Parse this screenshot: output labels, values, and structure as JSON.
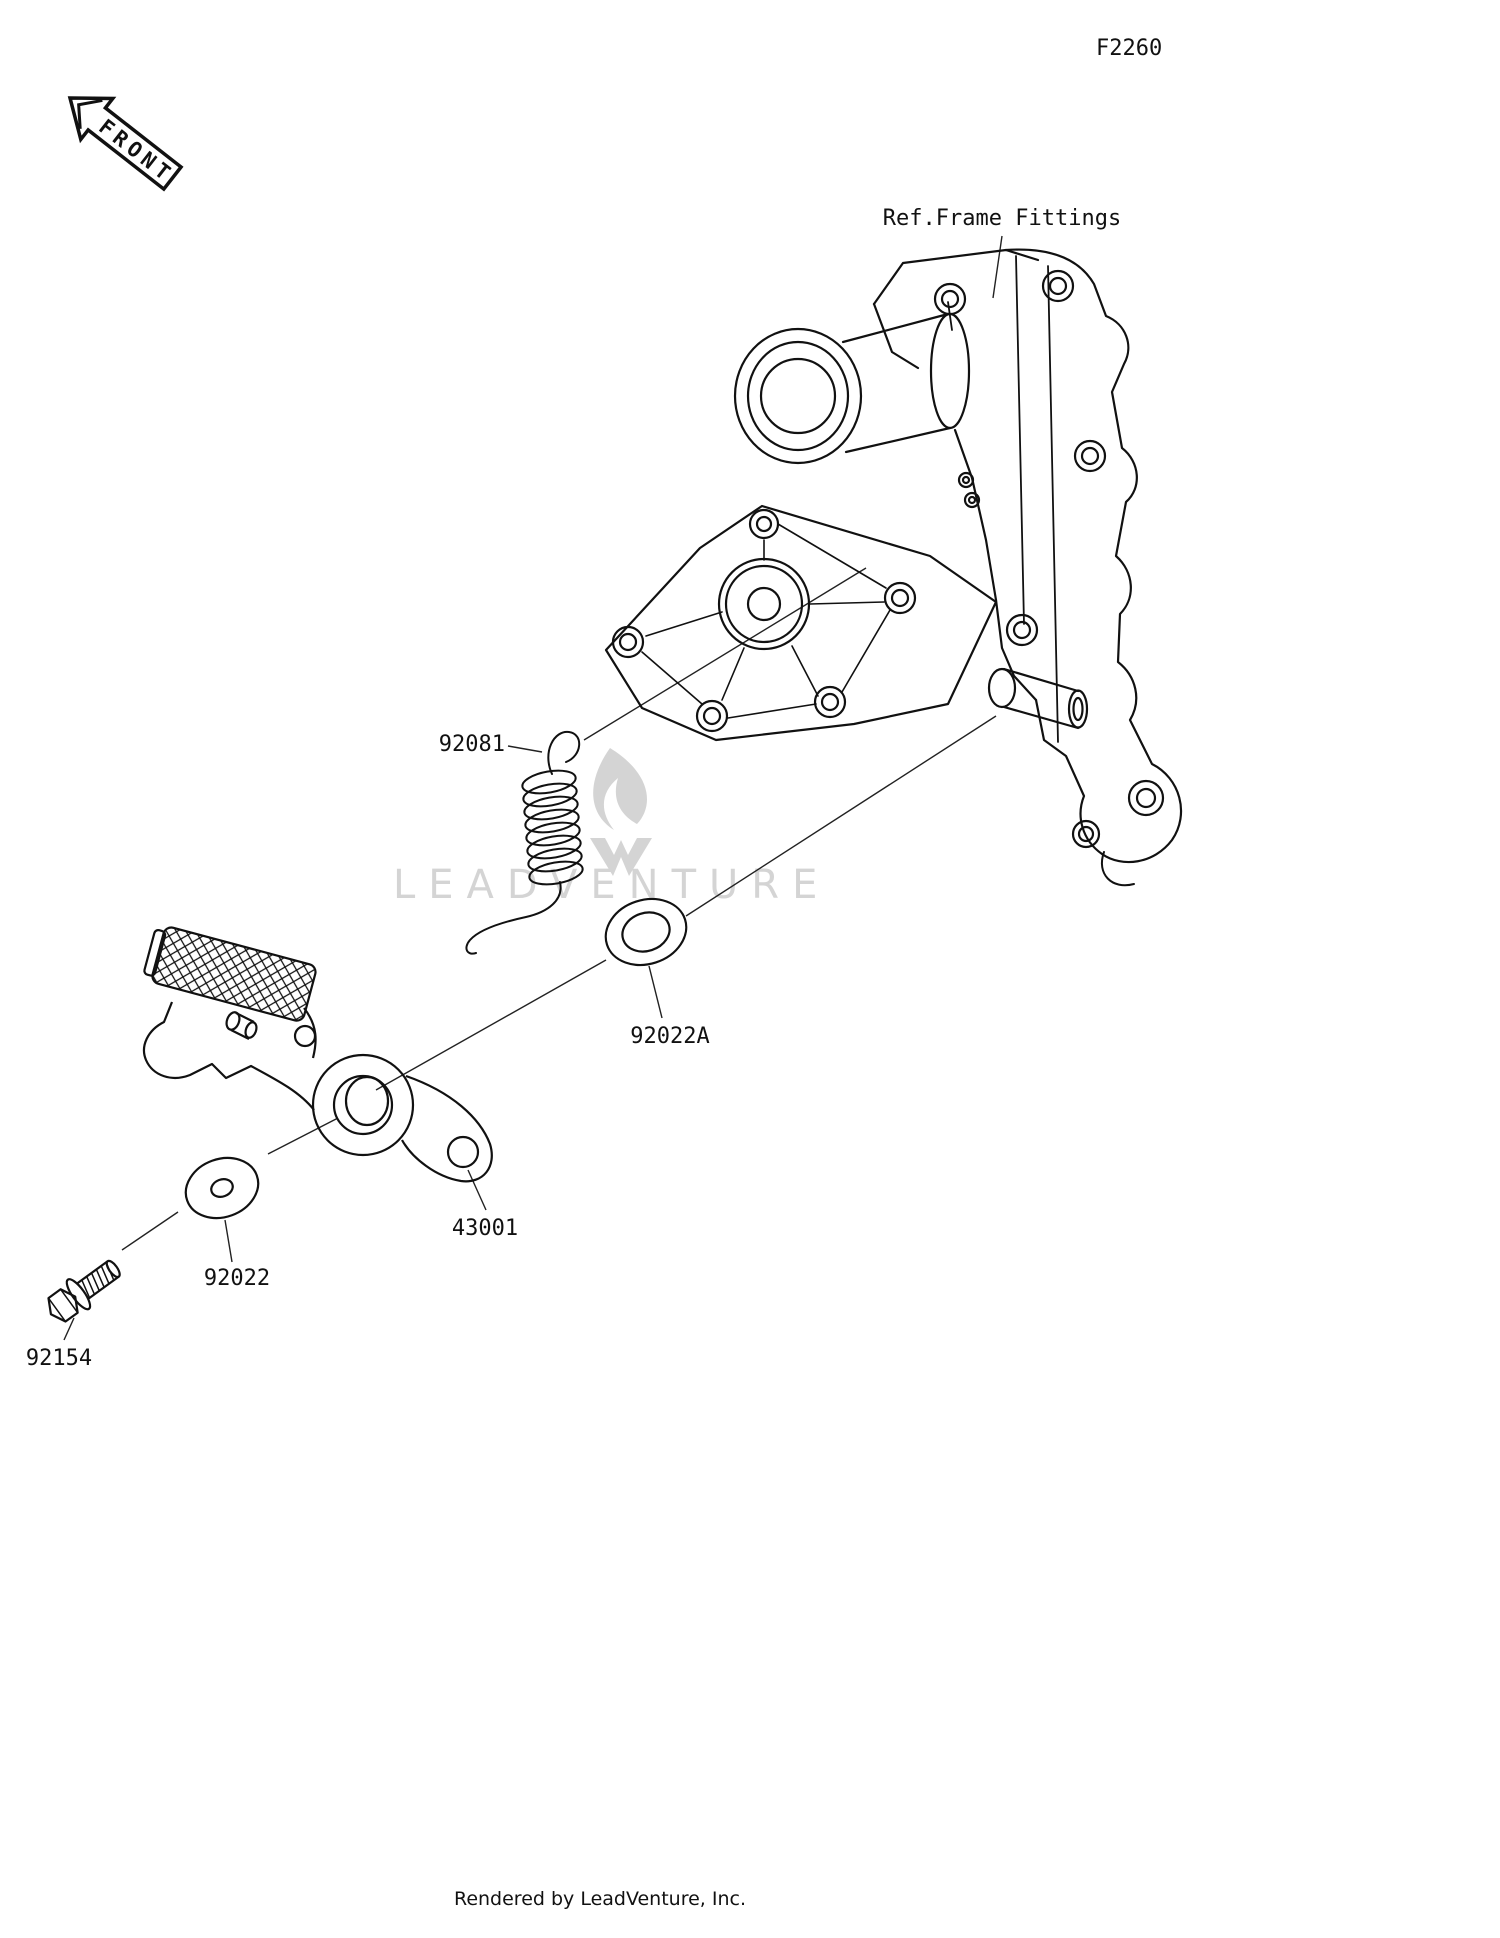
{
  "page": {
    "figure_code": "F2260",
    "front_label": "FRONT",
    "ref_frame_label": "Ref.Frame Fittings",
    "watermark_text": "LEADVENTURE",
    "footer_credit": "Rendered by LeadVenture, Inc."
  },
  "parts": [
    {
      "number": "92081"
    },
    {
      "number": "92022A"
    },
    {
      "number": "43001"
    },
    {
      "number": "92022"
    },
    {
      "number": "92154"
    }
  ],
  "colors": {
    "line": "#111111",
    "watermark": "#d4d4d4",
    "background": "#ffffff"
  }
}
